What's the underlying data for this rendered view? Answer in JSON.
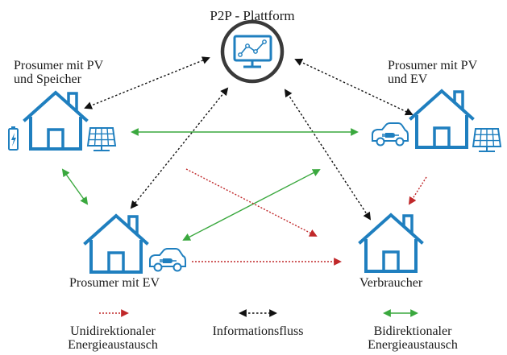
{
  "platform": {
    "title": "P2P - Plattform",
    "icon": "monitor-chart-icon"
  },
  "nodes": {
    "prosumer_pv_storage": {
      "label": "Prosumer mit PV\nund Speicher",
      "icons": [
        "house-icon",
        "battery-icon",
        "solar-panel-icon"
      ]
    },
    "prosumer_pv_ev": {
      "label": "Prosumer mit PV\nund EV",
      "icons": [
        "house-icon",
        "electric-car-icon",
        "solar-panel-icon"
      ]
    },
    "prosumer_ev": {
      "label": "Prosumer mit EV",
      "icons": [
        "house-icon",
        "electric-car-icon"
      ]
    },
    "consumer": {
      "label": "Verbraucher",
      "icons": [
        "house-icon"
      ]
    }
  },
  "legend": {
    "unidirectional": {
      "label": "Unidirektionaler\nEnergieaustausch",
      "color": "#c0282a"
    },
    "information": {
      "label": "Informationsfluss",
      "color": "#111111"
    },
    "bidirectional": {
      "label": "Bidirektionaler\nEnergieaustausch",
      "color": "#3aa83e"
    }
  },
  "colors": {
    "icon_blue": "#1f7fbf",
    "platform_ring": "#3a3a3a"
  }
}
